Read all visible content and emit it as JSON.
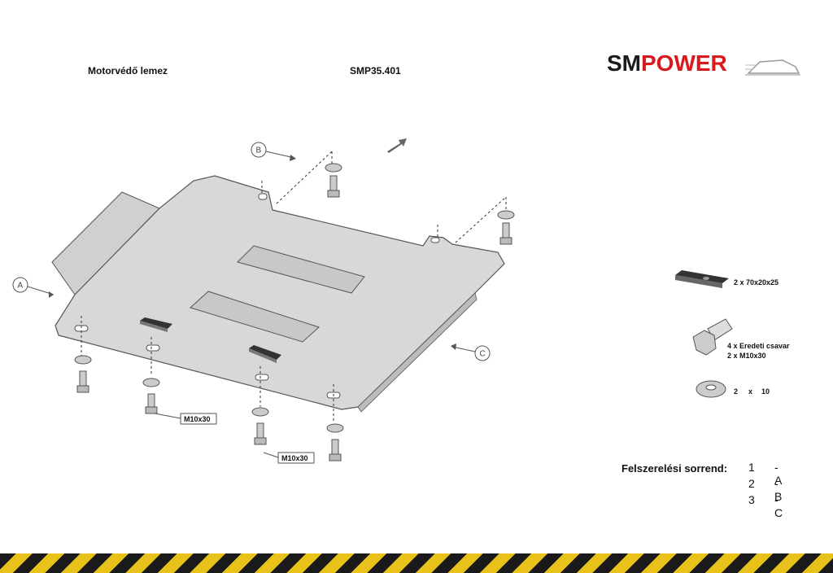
{
  "header": {
    "title": "Motorvédő lemez",
    "code": "SMP35.401"
  },
  "logo": {
    "part1": "SM",
    "part2": "POWER",
    "color1": "#1a1a1a",
    "color2": "#d8191d"
  },
  "diagram": {
    "callouts": {
      "a": "A",
      "b": "B",
      "c": "C"
    },
    "bolt_labels": [
      "M10x30",
      "M10x30"
    ]
  },
  "parts": {
    "plate": "2 x 70x20x25",
    "screw_line1": "4 x Eredeti csavar",
    "screw_line2": "2 x M10x30",
    "washer_qty": "2",
    "washer_x": "x",
    "washer_size": "10"
  },
  "order": {
    "label": "Felszerelési sorrend:",
    "steps": [
      {
        "num": "1",
        "letter": "- A"
      },
      {
        "num": "2",
        "letter": "- B"
      },
      {
        "num": "3",
        "letter": "- C"
      }
    ]
  }
}
